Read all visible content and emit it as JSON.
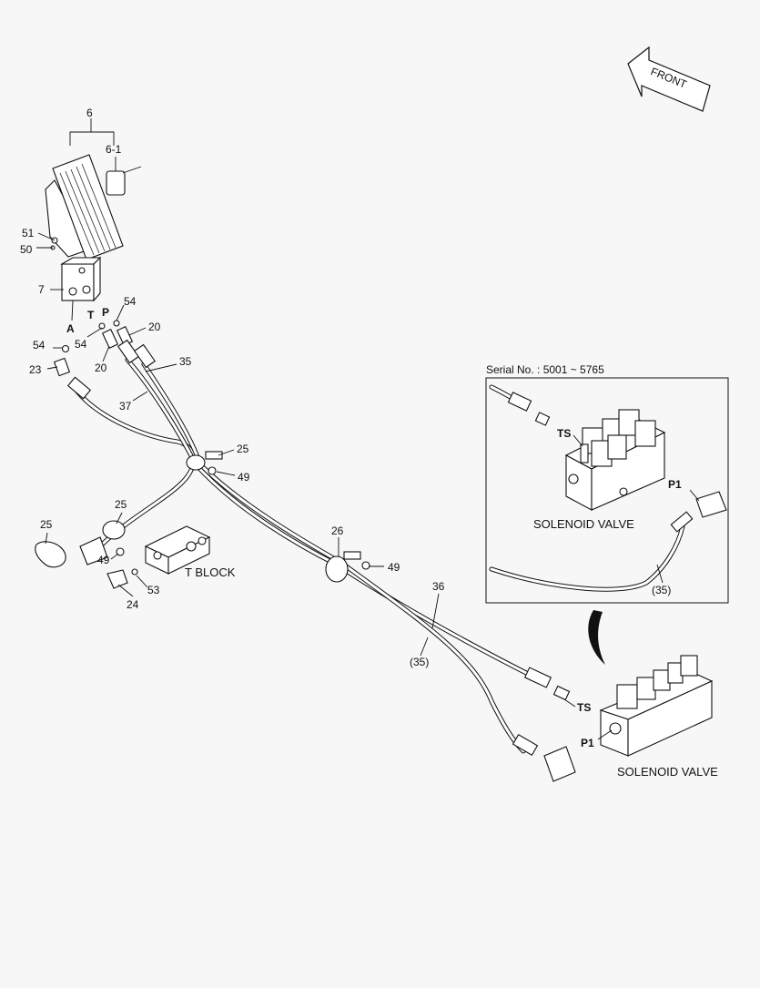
{
  "figure": {
    "front_arrow": "FRONT",
    "labels": {
      "p6": "6",
      "p6_1": "6-1",
      "p51": "51",
      "p50": "50",
      "p7": "7",
      "pA": "A",
      "pT": "T",
      "pP": "P",
      "p54a": "54",
      "p54b": "54",
      "p54c": "54",
      "p20a": "20",
      "p20b": "20",
      "p23": "23",
      "p35": "35",
      "p37": "37",
      "p25a": "25",
      "p49a": "49",
      "p25b": "25",
      "p25c": "25",
      "p49b": "49",
      "p24": "24",
      "p53": "53",
      "tblock": "T BLOCK",
      "p26": "26",
      "p49c": "49",
      "p36": "36",
      "p35r": "(35)",
      "ts_main": "TS",
      "p1_main": "P1",
      "sv_main": "SOLENOID VALVE"
    },
    "inset": {
      "serial": "Serial No. : 5001 ~ 5765",
      "ts": "TS",
      "p1": "P1",
      "sv": "SOLENOID VALVE",
      "p35r": "(35)"
    }
  }
}
